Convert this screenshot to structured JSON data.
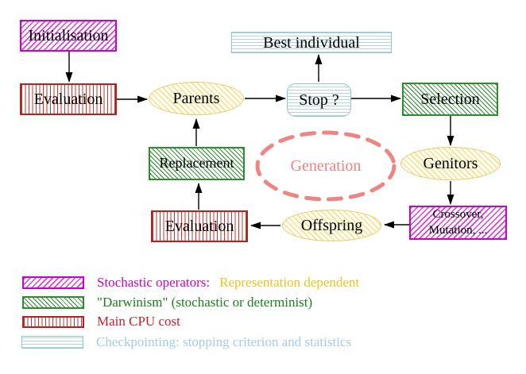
{
  "diagram_title": "evolutionary-algorithm-generation-loop",
  "nodes": {
    "initialisation": {
      "label": "Initialisation",
      "style": "stochastic-operator"
    },
    "evaluation_top": {
      "label": "Evaluation",
      "style": "main-cpu-cost"
    },
    "parents": {
      "label": "Parents",
      "style": "population"
    },
    "best_individual": {
      "label": "Best individual",
      "style": "checkpointing"
    },
    "stop": {
      "label": "Stop ?",
      "style": "checkpointing"
    },
    "selection": {
      "label": "Selection",
      "style": "darwinism"
    },
    "genitors": {
      "label": "Genitors",
      "style": "population"
    },
    "crossover_mutation": {
      "line1": "Crossover,",
      "line2": "Mutation, ...",
      "style": "stochastic-operator"
    },
    "offspring": {
      "label": "Offspring",
      "style": "population"
    },
    "evaluation_bottom": {
      "label": "Evaluation",
      "style": "main-cpu-cost"
    },
    "replacement": {
      "label": "Replacement",
      "style": "darwinism"
    },
    "generation": {
      "label": "Generation",
      "style": "dashed-loop"
    }
  },
  "legend": {
    "stochastic": {
      "label": "Stochastic operators:",
      "label2": "Representation dependent"
    },
    "darwinism": {
      "label": "\"Darwinism\" (stochastic or determinist)"
    },
    "cpu": {
      "label": "Main CPU cost"
    },
    "checkpointing": {
      "label": "Checkpointing: stopping criterion and statistics"
    }
  },
  "palette": {
    "magenta_border": "#cc00cc",
    "magenta_hatch": "#d741d7",
    "green_border": "#2e8b2e",
    "red_border": "#b22222",
    "red_stripe": "#c5352c",
    "cyan_border": "#8fc3d8",
    "cyan_stripe": "#aed7e6",
    "yellow_border": "#e3cc6e",
    "yellow_hatch": "#efe196",
    "generation_pink": "#e98484",
    "legend_gold": "#e9c31f",
    "legend_green": "#1e7d1e",
    "legend_red": "#c32031",
    "legend_cyan": "#a4cce5",
    "arrow_black": "#000000",
    "background": "#ffffff"
  }
}
